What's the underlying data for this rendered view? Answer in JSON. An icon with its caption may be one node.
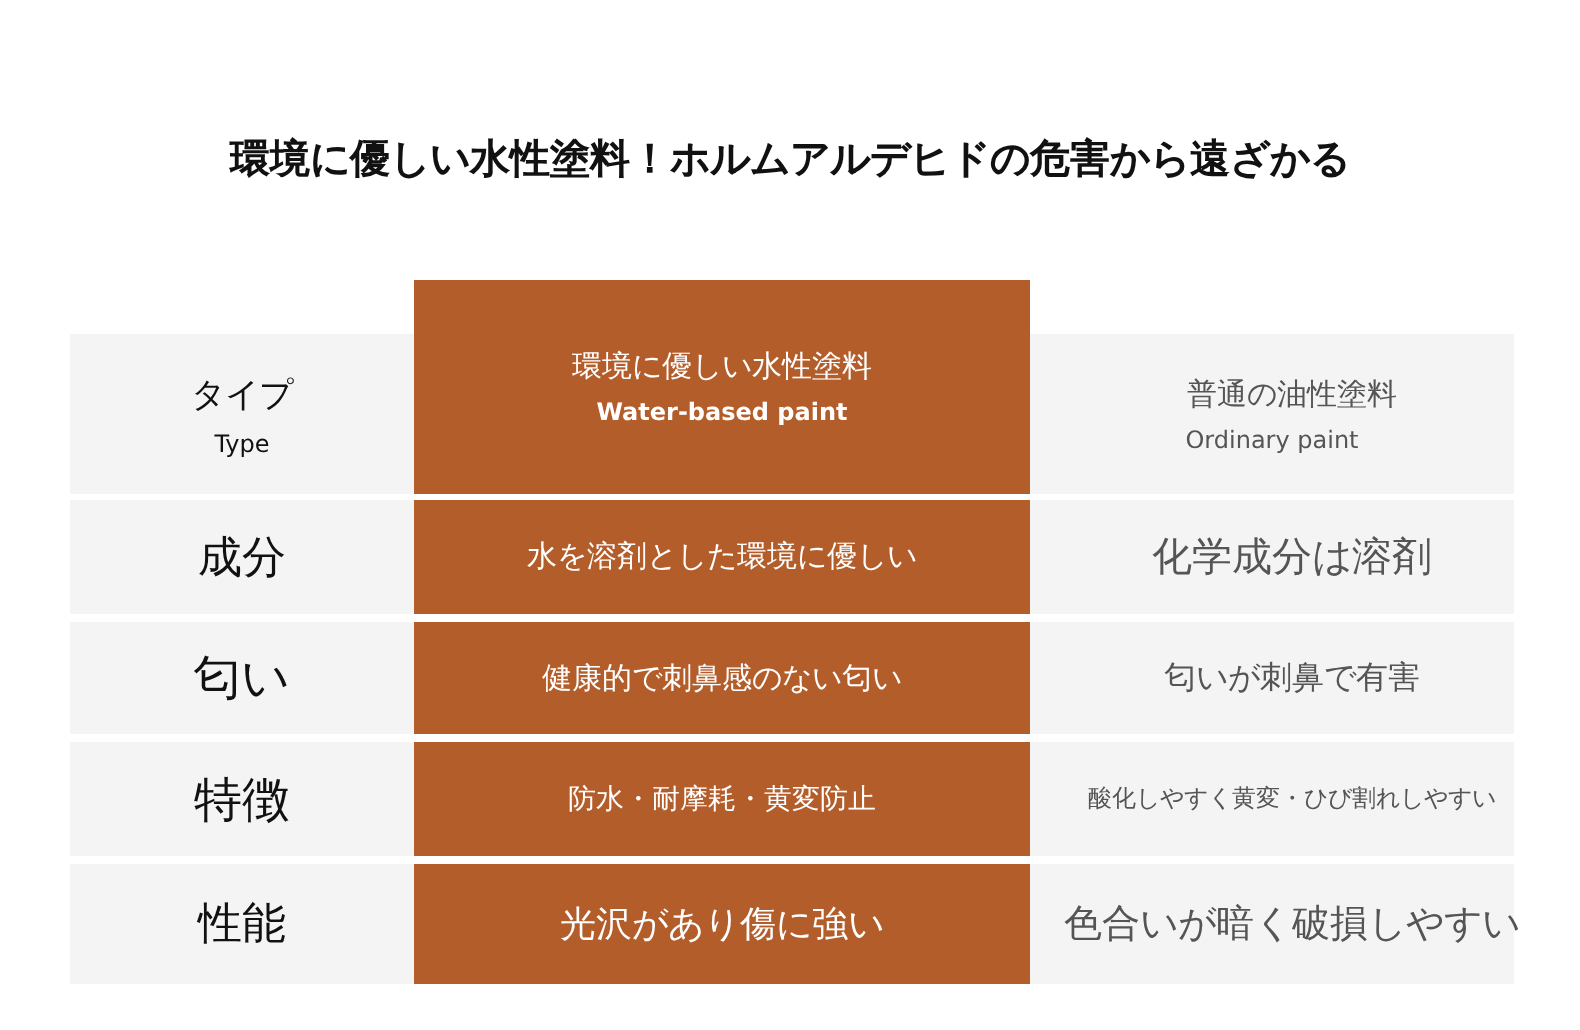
{
  "diagram": {
    "title": "環境に優しい水性塗料！ホルムアルデヒドの危害から遠ざかる",
    "labels": [
      "タイプ",
      "Type",
      "環境に優しい水性塗料",
      "Water-based paint",
      "普通の油性塗料",
      "Ordinary paint",
      "成分",
      "水を溶剤とした環境に優しい",
      "化学成分は溶剤",
      "匂い",
      "健康的で刺鼻感のない匂い",
      "匂いが刺鼻で有害",
      "特徴",
      "防水・耐摩耗・黄変防止",
      "酸化しやすく黄変・ひび割れしやすい",
      "性能",
      "光沢があり傷に強い",
      "色合いが暗く破損しやすい"
    ]
  }
}
